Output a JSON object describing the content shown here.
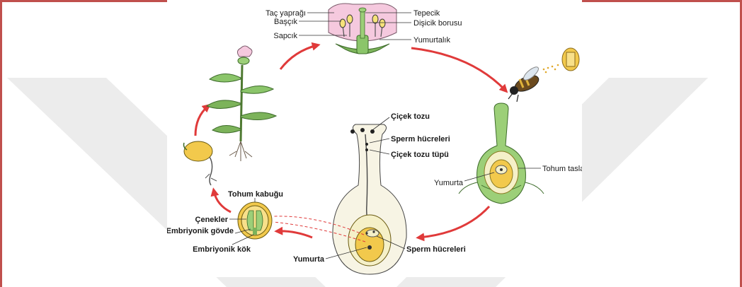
{
  "colors": {
    "frame": "#c0504d",
    "arrow": "#e03a3a",
    "watermark": "#ececec",
    "pollen_tube_fill": "#f5f0c8",
    "embryo_fill": "#f2c94c"
  },
  "flower_labels": {
    "petal": "Taç yaprağı",
    "anther": "Başçık",
    "filament": "Sapcık",
    "stigma": "Tepecik",
    "style": "Dişicik borusu",
    "ovary": "Yumurtalık"
  },
  "ovule_labels": {
    "ovule": "Tohum taslağı",
    "egg": "Yumurta"
  },
  "fertilization_labels": {
    "pollen": "Çiçek tozu",
    "sperm_cells_top": "Sperm hücreleri",
    "pollen_tube": "Çiçek tozu tüpü",
    "sperm_cells_bottom": "Sperm hücreleri",
    "egg": "Yumurta"
  },
  "seed_labels": {
    "seed_coat": "Tohum kabuğu",
    "cotyledons": "Çenekler",
    "embryonic_stem": "Embriyonik gövde",
    "embryonic_root": "Embriyonik kök"
  },
  "icons": [
    "flower-icon",
    "bee-icon",
    "pistil-icon",
    "ovary-cross-section-icon",
    "seed-icon",
    "seedling-icon",
    "plant-icon"
  ]
}
